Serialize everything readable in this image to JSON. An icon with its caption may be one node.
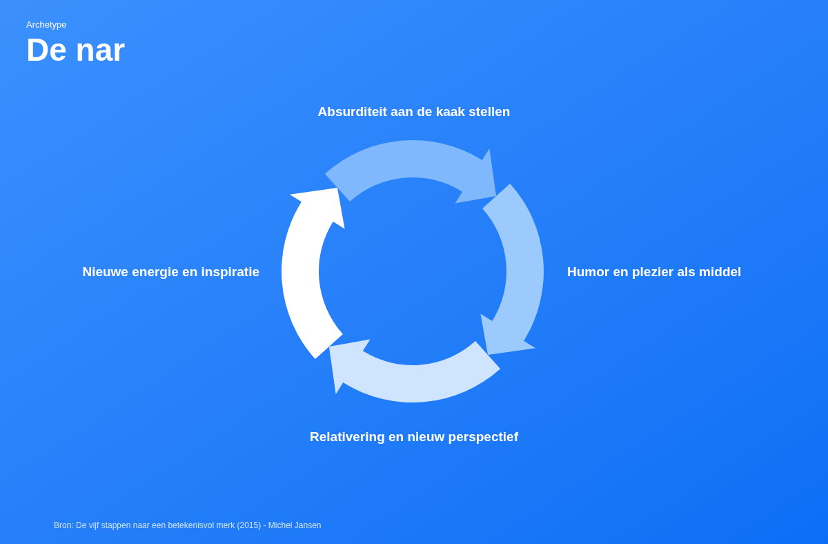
{
  "diagram": {
    "title": "De nar",
    "nodes": [
      {
        "text": [
          "Absurditeit aan de kaak stellen"
        ]
      },
      {
        "text": [
          "Humor en plezier als middel"
        ]
      },
      {
        "text": [
          "Relativering en nieuw perspectief"
        ]
      },
      {
        "text": [
          "Nieuwe energie en inspiratie"
        ]
      }
    ],
    "edges": [
      {
        "from": 0,
        "to": 1,
        "arrow": "to",
        "color": "#7fb8fc"
      },
      {
        "from": 1,
        "to": 2,
        "arrow": "to",
        "color": "#9ccafd"
      },
      {
        "from": 2,
        "to": 3,
        "arrow": "to",
        "color": "#cfe4fe"
      },
      {
        "from": 3,
        "to": 0,
        "arrow": "to",
        "color": "#ffffff"
      }
    ],
    "labels": [
      "Archetype",
      "Bron: De vijf stappen naar een betekenisvol merk (2015) - Michel Jansen"
    ]
  }
}
